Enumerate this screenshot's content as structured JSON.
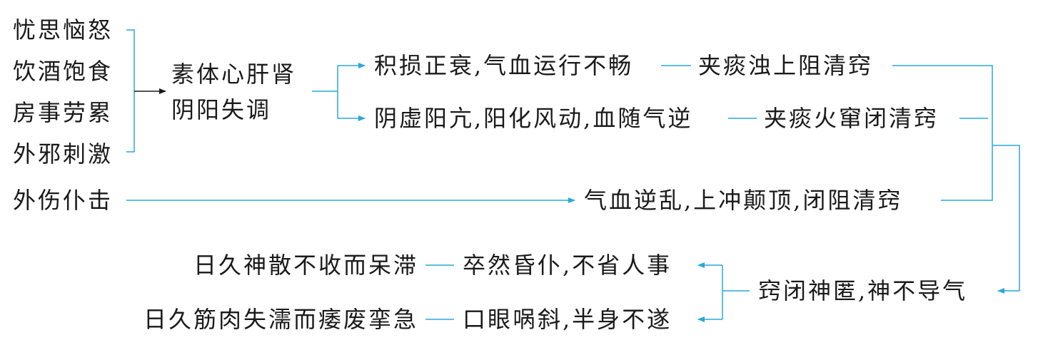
{
  "colors": {
    "connector": "#29a8d8",
    "text": "#1a1a1a"
  },
  "causes": [
    "忧思恼怒",
    "饮酒饱食",
    "房事劳累",
    "外邪刺激"
  ],
  "trauma": "外伤仆击",
  "root": {
    "line1": "素体心肝肾",
    "line2": "阴阳失调"
  },
  "paths": {
    "upper": {
      "mechanism": "积损正衰,气血运行不畅",
      "result": "夹痰浊上阻清窍"
    },
    "lower": {
      "mechanism": "阴虚阳亢,阳化风动,血随气逆",
      "result": "夹痰火窜闭清窍"
    },
    "trauma": {
      "result": "气血逆乱,上冲颠顶,闭阻清窍"
    }
  },
  "outcome": "窍闭神匿,神不导气",
  "symptoms": [
    {
      "acute": "卒然昏仆,不省人事",
      "chronic": "日久神散不收而呆滞"
    },
    {
      "acute": "口眼㖞斜,半身不遂",
      "chronic": "日久筋肉失濡而痿废挛急"
    }
  ]
}
